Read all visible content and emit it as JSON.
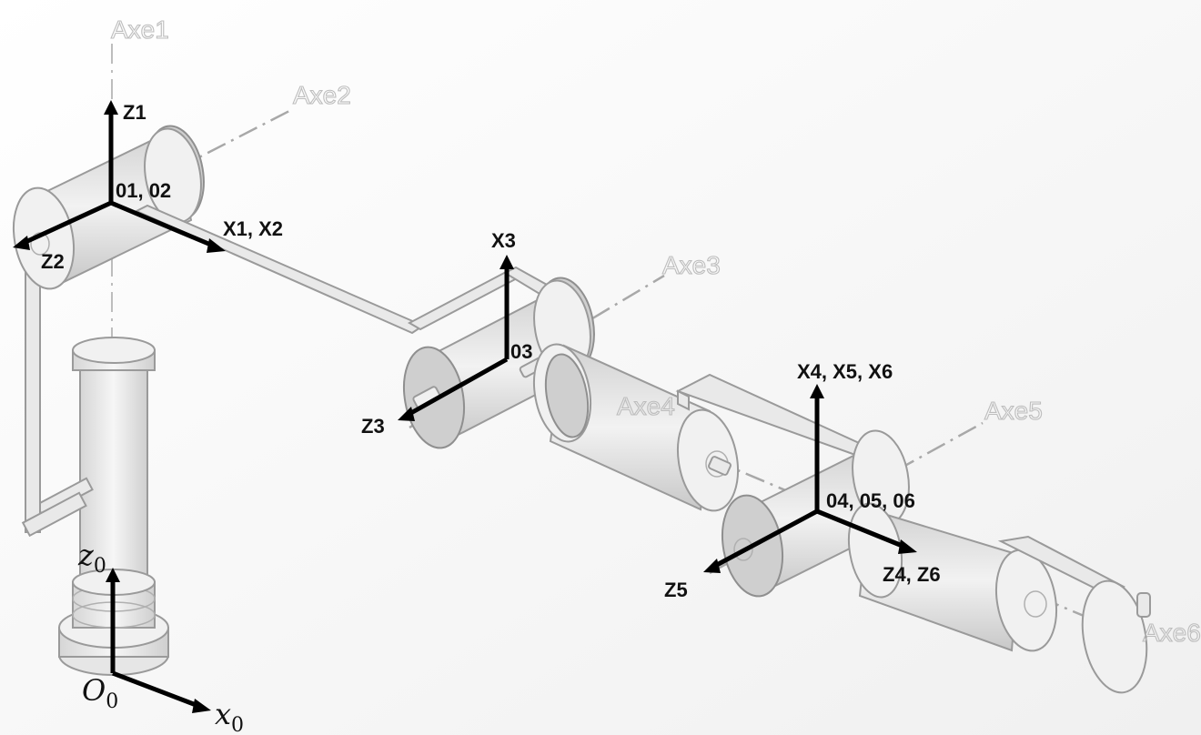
{
  "joint_axes": {
    "axe1": "Axe1",
    "axe2": "Axe2",
    "axe3": "Axe3",
    "axe4": "Axe4",
    "axe5": "Axe5",
    "axe6": "Axe6"
  },
  "frame_labels": {
    "z1": "Z1",
    "o1_o2": "01, 02",
    "x1_x2": "X1, X2",
    "z2": "Z2",
    "x3": "X3",
    "o3": "03",
    "z3": "Z3",
    "x4_x5_x6": "X4, X5, X6",
    "o4_o5_o6": "04, 05, 06",
    "z4_z6": "Z4, Z6",
    "z5": "Z5"
  },
  "base_frame": {
    "z_letter": "z",
    "z_sub": "0",
    "o_letter": "O",
    "o_sub": "0",
    "x_letter": "x",
    "x_sub": "0"
  },
  "colors": {
    "arrows": "#000000",
    "axis_lines": "#a8a8a8",
    "axis_text": "#bdbdbd",
    "robot_body": "#e6e6e6"
  }
}
